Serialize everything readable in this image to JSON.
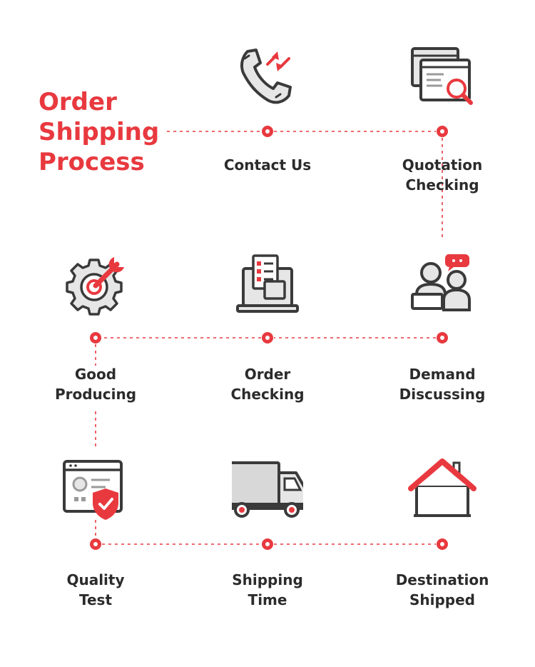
{
  "title": {
    "line1": "Order",
    "line2": "Shipping",
    "line3": "Process"
  },
  "colors": {
    "accent": "#e8393f",
    "outline": "#3a3a3a",
    "fill_light": "#e6e6e6",
    "text": "#2b2b2b"
  },
  "steps": [
    {
      "line1": "Contact Us",
      "line2": "",
      "icon": "phone-icon"
    },
    {
      "line1": "Quotation",
      "line2": "Checking",
      "icon": "quotation-search-icon"
    },
    {
      "line1": "Demand",
      "line2": "Discussing",
      "icon": "discussion-people-icon"
    },
    {
      "line1": "Order",
      "line2": "Checking",
      "icon": "order-laptop-icon"
    },
    {
      "line1": "Good",
      "line2": "Producing",
      "icon": "gear-wrench-icon"
    },
    {
      "line1": "Quality",
      "line2": "Test",
      "icon": "quality-shield-icon"
    },
    {
      "line1": "Shipping",
      "line2": "Time",
      "icon": "truck-icon"
    },
    {
      "line1": "Destination",
      "line2": "Shipped",
      "icon": "house-icon"
    }
  ]
}
